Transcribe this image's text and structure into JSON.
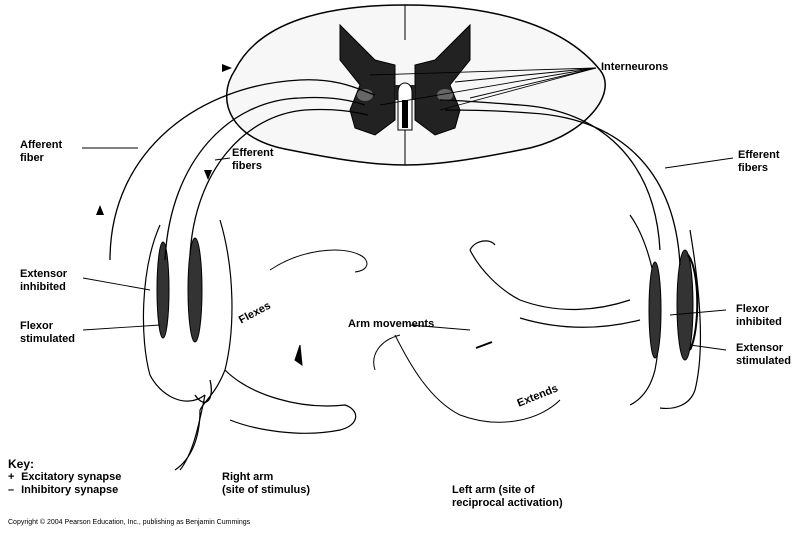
{
  "diagram": {
    "labels": {
      "interneurons": "Interneurons",
      "afferent_fiber": [
        "Afferent",
        "fiber"
      ],
      "efferent_fibers_left": [
        "Efferent",
        "fibers"
      ],
      "efferent_fibers_right": [
        "Efferent",
        "fibers"
      ],
      "extensor_inhibited": [
        "Extensor",
        "inhibited"
      ],
      "flexor_stimulated": [
        "Flexor",
        "stimulated"
      ],
      "flexor_inhibited": [
        "Flexor",
        "inhibited"
      ],
      "extensor_stimulated": [
        "Extensor",
        "stimulated"
      ],
      "arm_movements": "Arm movements",
      "flexes": "Flexes",
      "extends": "Extends",
      "right_arm": [
        "Right arm",
        "(site of stimulus)"
      ],
      "left_arm": [
        "Left arm (site of",
        "reciprocal activation)"
      ]
    },
    "key": {
      "title": "Key:",
      "items": [
        {
          "symbol": "+",
          "text": "Excitatory synapse"
        },
        {
          "symbol": "–",
          "text": "Inhibitory synapse"
        }
      ]
    },
    "copyright": "Copyright © 2004 Pearson Education, Inc., publishing as Benjamin Cummings"
  }
}
